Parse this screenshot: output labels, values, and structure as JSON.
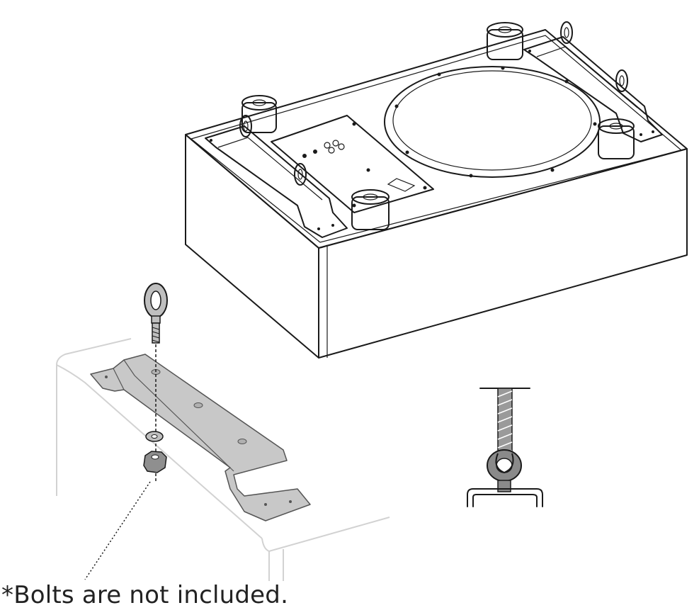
{
  "figure": {
    "footnote": "*Bolts are not included.",
    "icons": [
      "speaker-cabinet",
      "eye-bolt",
      "mounting-bracket",
      "washer",
      "hex-nut",
      "rigging-detail"
    ],
    "colors": {
      "line": "#1a1a1a",
      "bracket_fill": "#c8c8c8",
      "ghost": "#d2d2d2",
      "detail_fill": "#8a8a8a"
    }
  }
}
